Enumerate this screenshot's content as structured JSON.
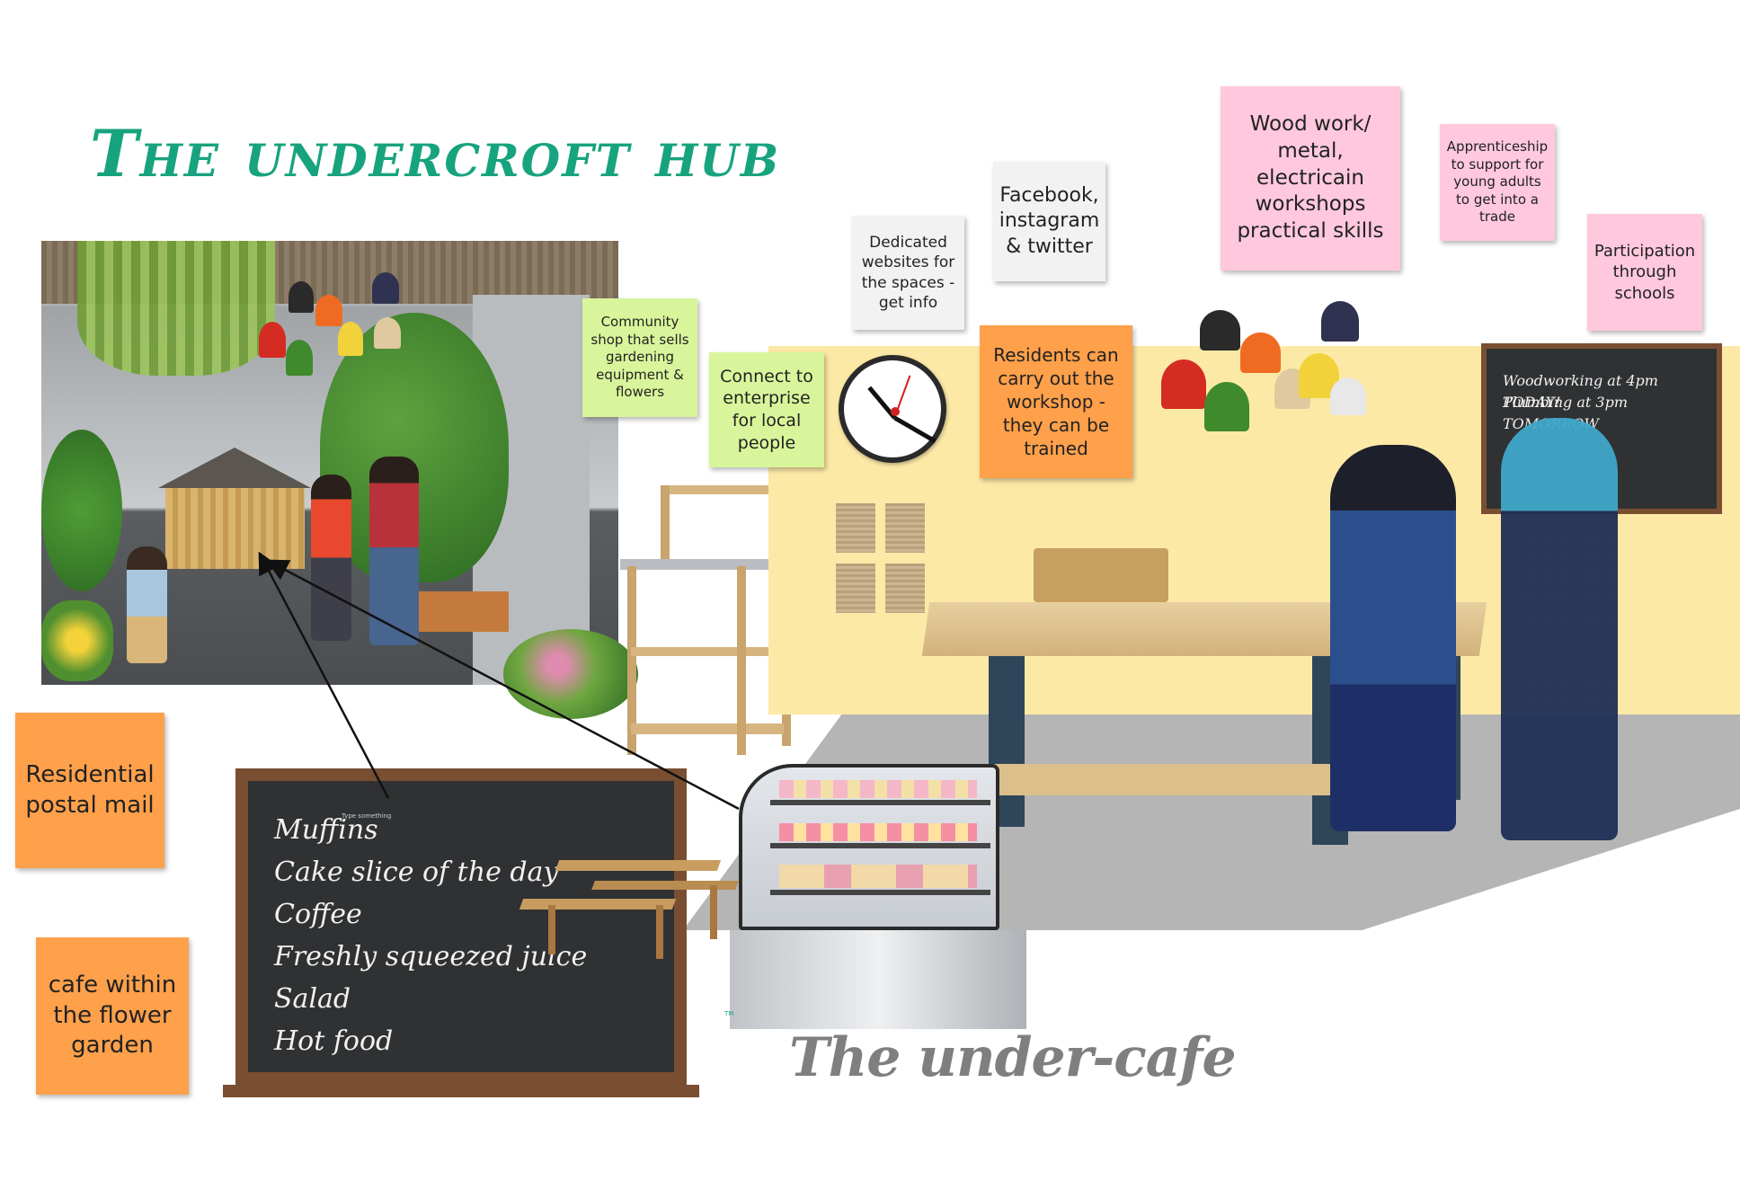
{
  "title": "The undercroft hub",
  "notes": {
    "community_shop": "Community shop that sells gardening equipment & flowers",
    "connect_enterprise": "Connect to enterprise for local people",
    "dedicated_websites": "Dedicated websites for the spaces - get info",
    "facebook": "Facebook, instagram & twitter",
    "residents_workshop": "Residents can carry out the workshop - they can be trained",
    "woodwork": "Wood work/ metal, electricain workshops practical skills",
    "apprenticeship": "Apprenticeship to support for young adults to get into a trade",
    "participation": "Participation through schools",
    "postal_mail": "Residential postal mail",
    "cafe_garden": "cafe within the flower garden"
  },
  "menu_board": {
    "small_text": "Type something",
    "items": [
      "Muffins",
      "Cake slice of the day",
      "Coffee",
      "Freshly squeezed juice",
      "Salad",
      "Hot food"
    ]
  },
  "workshop_board": {
    "lines": [
      "Woodworking at 4pm TODAY!",
      "Plumbing at 3pm TOMORROW"
    ]
  },
  "cafe_title": "The under-cafe",
  "tm_mark": "TM",
  "colors": {
    "title_green": "#17a37e",
    "note_green": "#d9f59b",
    "note_orange": "#ffa04a",
    "note_pink": "#ffc8dd",
    "note_grey": "#f2f2f2",
    "wall_yellow": "#fde9a6",
    "floor_grey": "#b5b5b5"
  }
}
